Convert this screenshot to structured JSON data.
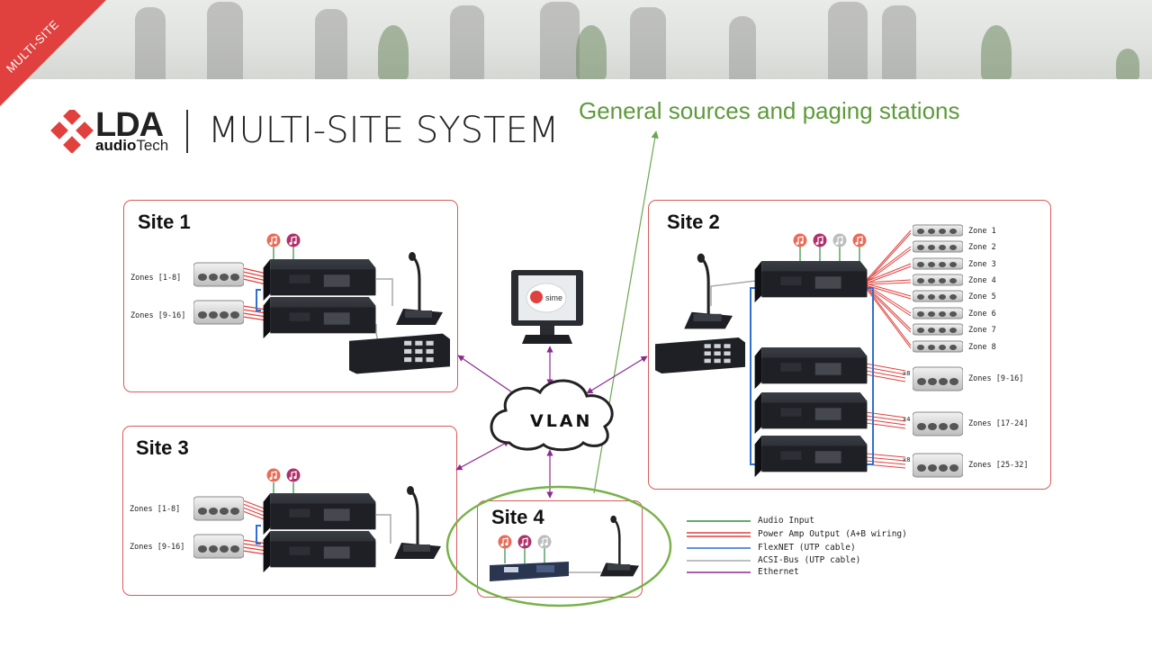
{
  "corner_tag": "MULTI-SITE",
  "logo": {
    "lda": "LDA",
    "audio": "audio",
    "tech": "Tech"
  },
  "page_title": "MULTI-SITE SYSTEM",
  "annotation": "General sources and paging stations",
  "sites": {
    "site1": {
      "title": "Site 1",
      "zones": [
        "Zones [1-8]",
        "Zones [9-16]"
      ]
    },
    "site2": {
      "title": "Site 2",
      "zones": [
        "Zone 1",
        "Zone 2",
        "Zone 3",
        "Zone 4",
        "Zone 5",
        "Zone 6",
        "Zone 7",
        "Zone 8"
      ],
      "zone_groups": [
        "Zones [9-16]",
        "Zones [17-24]",
        "Zones [25-32]"
      ],
      "multipliers": [
        "x8",
        "x4",
        "x8"
      ]
    },
    "site3": {
      "title": "Site 3",
      "zones": [
        "Zones [1-8]",
        "Zones [9-16]"
      ]
    },
    "site4": {
      "title": "Site 4"
    }
  },
  "network": {
    "cloud_label": "VLAN",
    "monitor_label": "sime"
  },
  "legend": [
    {
      "label": "Audio Input",
      "color": "#2e8b3e"
    },
    {
      "label": "Power Amp Output (A+B wiring)",
      "color": "#e0413e"
    },
    {
      "label": "FlexNET (UTP cable)",
      "color": "#2f6fd0"
    },
    {
      "label": "ACSI-Bus (UTP cable)",
      "color": "#a9a9a9"
    },
    {
      "label": "Ethernet",
      "color": "#8b2a8f"
    }
  ],
  "colors": {
    "accent_red": "#e0403e",
    "annotation_green": "#5d9a3b",
    "ethernet": "#8b2a8f"
  }
}
